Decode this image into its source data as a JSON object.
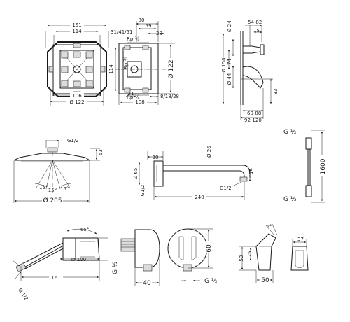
{
  "views": {
    "box_front": {
      "d151": "151",
      "d114": "114",
      "d106": "106",
      "d122": "Ø 122"
    },
    "box_side": {
      "d80": "80",
      "d59": "59",
      "d31": "31/41/51",
      "d28": "28",
      "rp_top": "Rp ¾",
      "rp_mid": "Rp ¾",
      "rp_bot": "Rp ¾",
      "d114v": "114",
      "d122v": "Ø 122",
      "d21": "21",
      "d8": "8/18/28",
      "d108": "108"
    },
    "mixer": {
      "d54": "54-82",
      "d15": "15",
      "d24": "Ø 24",
      "d150": "Ø 150",
      "d74": "74",
      "d44": "Ø 44",
      "d83": "83",
      "d60": "60-88",
      "d92": "92-120"
    },
    "overhead": {
      "g12": "G1/2",
      "d53": "53",
      "a15a": "15°",
      "a15b": "15°",
      "a15c": "15°",
      "d205": "Ø 205"
    },
    "arm": {
      "d20": "20",
      "d26": "Ø 26",
      "d65": "Ø 65",
      "g12a": "G1/2",
      "d14": "14",
      "g12b": "G1/2",
      "d240": "240"
    },
    "hose": {
      "g_top": "G ½",
      "d1600": "1600",
      "g_bot": "G ½"
    },
    "handshower": {
      "a65": "65°",
      "d100": "Ø 100",
      "d161": "161",
      "g12": "G 1/2"
    },
    "outlet": {
      "g_left": "G ½",
      "d40": "40",
      "d60": "60",
      "g_bot": "G ½"
    },
    "holder": {
      "a16": "16°",
      "d37": "37",
      "d53": "53",
      "d25": "25",
      "d50": "50"
    }
  }
}
